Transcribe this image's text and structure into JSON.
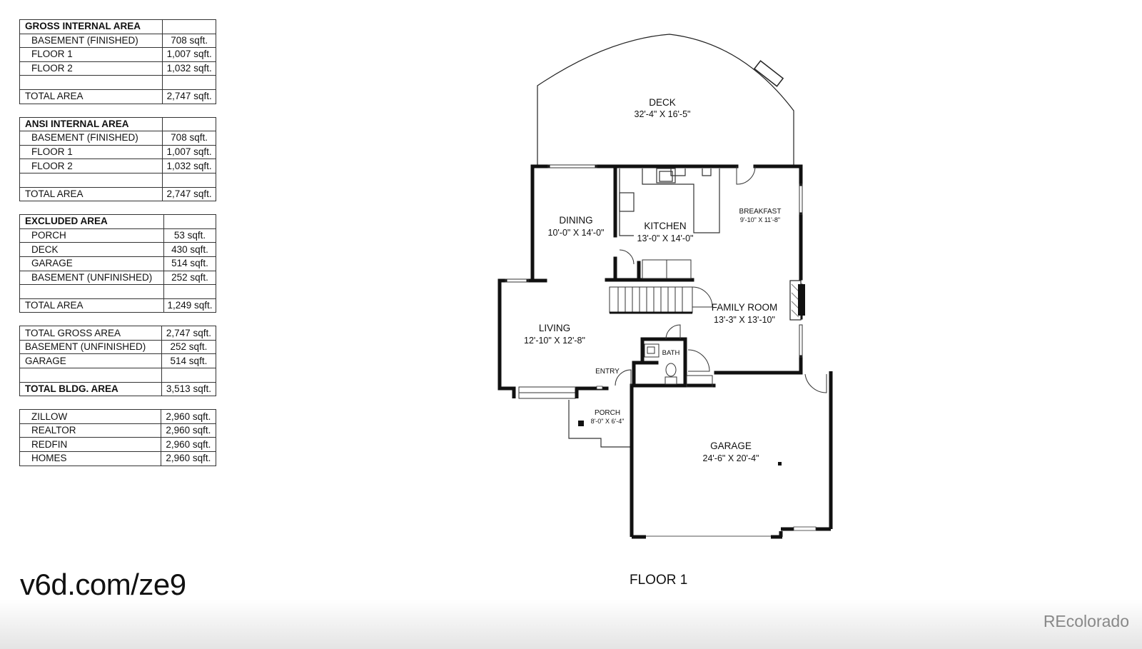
{
  "tables": [
    {
      "rows": [
        {
          "label": "GROSS INTERNAL AREA",
          "value": "",
          "style": "head"
        },
        {
          "label": "BASEMENT (FINISHED)",
          "value": "708 sqft.",
          "style": "item"
        },
        {
          "label": "FLOOR 1",
          "value": "1,007 sqft.",
          "style": "item"
        },
        {
          "label": "FLOOR 2",
          "value": "1,032 sqft.",
          "style": "item"
        },
        {
          "label": "",
          "value": "",
          "style": "item"
        },
        {
          "label": "TOTAL AREA",
          "value": "2,747 sqft.",
          "style": "total"
        }
      ]
    },
    {
      "rows": [
        {
          "label": "ANSI INTERNAL AREA",
          "value": "",
          "style": "head"
        },
        {
          "label": "BASEMENT (FINISHED)",
          "value": "708 sqft.",
          "style": "item"
        },
        {
          "label": "FLOOR 1",
          "value": "1,007 sqft.",
          "style": "item"
        },
        {
          "label": "FLOOR 2",
          "value": "1,032 sqft.",
          "style": "item"
        },
        {
          "label": "",
          "value": "",
          "style": "item"
        },
        {
          "label": "TOTAL AREA",
          "value": "2,747 sqft.",
          "style": "total"
        }
      ]
    },
    {
      "rows": [
        {
          "label": "EXCLUDED AREA",
          "value": "",
          "style": "head"
        },
        {
          "label": "PORCH",
          "value": "53 sqft.",
          "style": "item"
        },
        {
          "label": "DECK",
          "value": "430 sqft.",
          "style": "item"
        },
        {
          "label": "GARAGE",
          "value": "514 sqft.",
          "style": "item"
        },
        {
          "label": "BASEMENT (UNFINISHED)",
          "value": "252 sqft.",
          "style": "item"
        },
        {
          "label": "",
          "value": "",
          "style": "item"
        },
        {
          "label": "TOTAL AREA",
          "value": "1,249 sqft.",
          "style": "total"
        }
      ]
    },
    {
      "rows": [
        {
          "label": "TOTAL GROSS AREA",
          "value": "2,747 sqft.",
          "style": "plain"
        },
        {
          "label": "BASEMENT (UNFINISHED)",
          "value": "252 sqft.",
          "style": "plain"
        },
        {
          "label": "GARAGE",
          "value": "514 sqft.",
          "style": "plain"
        },
        {
          "label": "",
          "value": "",
          "style": "plain"
        },
        {
          "label": "TOTAL BLDG. AREA",
          "value": "3,513 sqft.",
          "style": "plain bold"
        }
      ]
    },
    {
      "rows": [
        {
          "label": "ZILLOW",
          "value": "2,960 sqft.",
          "style": "item"
        },
        {
          "label": "REALTOR",
          "value": "2,960 sqft.",
          "style": "item"
        },
        {
          "label": "REDFIN",
          "value": "2,960 sqft.",
          "style": "item"
        },
        {
          "label": "HOMES",
          "value": "2,960 sqft.",
          "style": "item"
        }
      ]
    }
  ],
  "rooms": {
    "deck": {
      "name": "DECK",
      "dims": "32'-4\" X 16'-5\""
    },
    "dining": {
      "name": "DINING",
      "dims": "10'-0\" X 14'-0\""
    },
    "kitchen": {
      "name": "KITCHEN",
      "dims": "13'-0\" X 14'-0\""
    },
    "breakfast": {
      "name": "BREAKFAST",
      "dims": "9'-10\" X 11'-8\""
    },
    "family_room": {
      "name": "FAMILY ROOM",
      "dims": "13'-3\" X 13'-10\""
    },
    "living": {
      "name": "LIVING",
      "dims": "12'-10\" X 12'-8\""
    },
    "bath": {
      "name": "BATH"
    },
    "entry": {
      "name": "ENTRY"
    },
    "porch": {
      "name": "PORCH",
      "dims": "8'-0\" X 6'-4\""
    },
    "garage": {
      "name": "GARAGE",
      "dims": "24'-6\" X 20'-4\""
    }
  },
  "floor_label": "FLOOR 1",
  "url": "v6d.com/ze9",
  "watermark": "REcolorado"
}
